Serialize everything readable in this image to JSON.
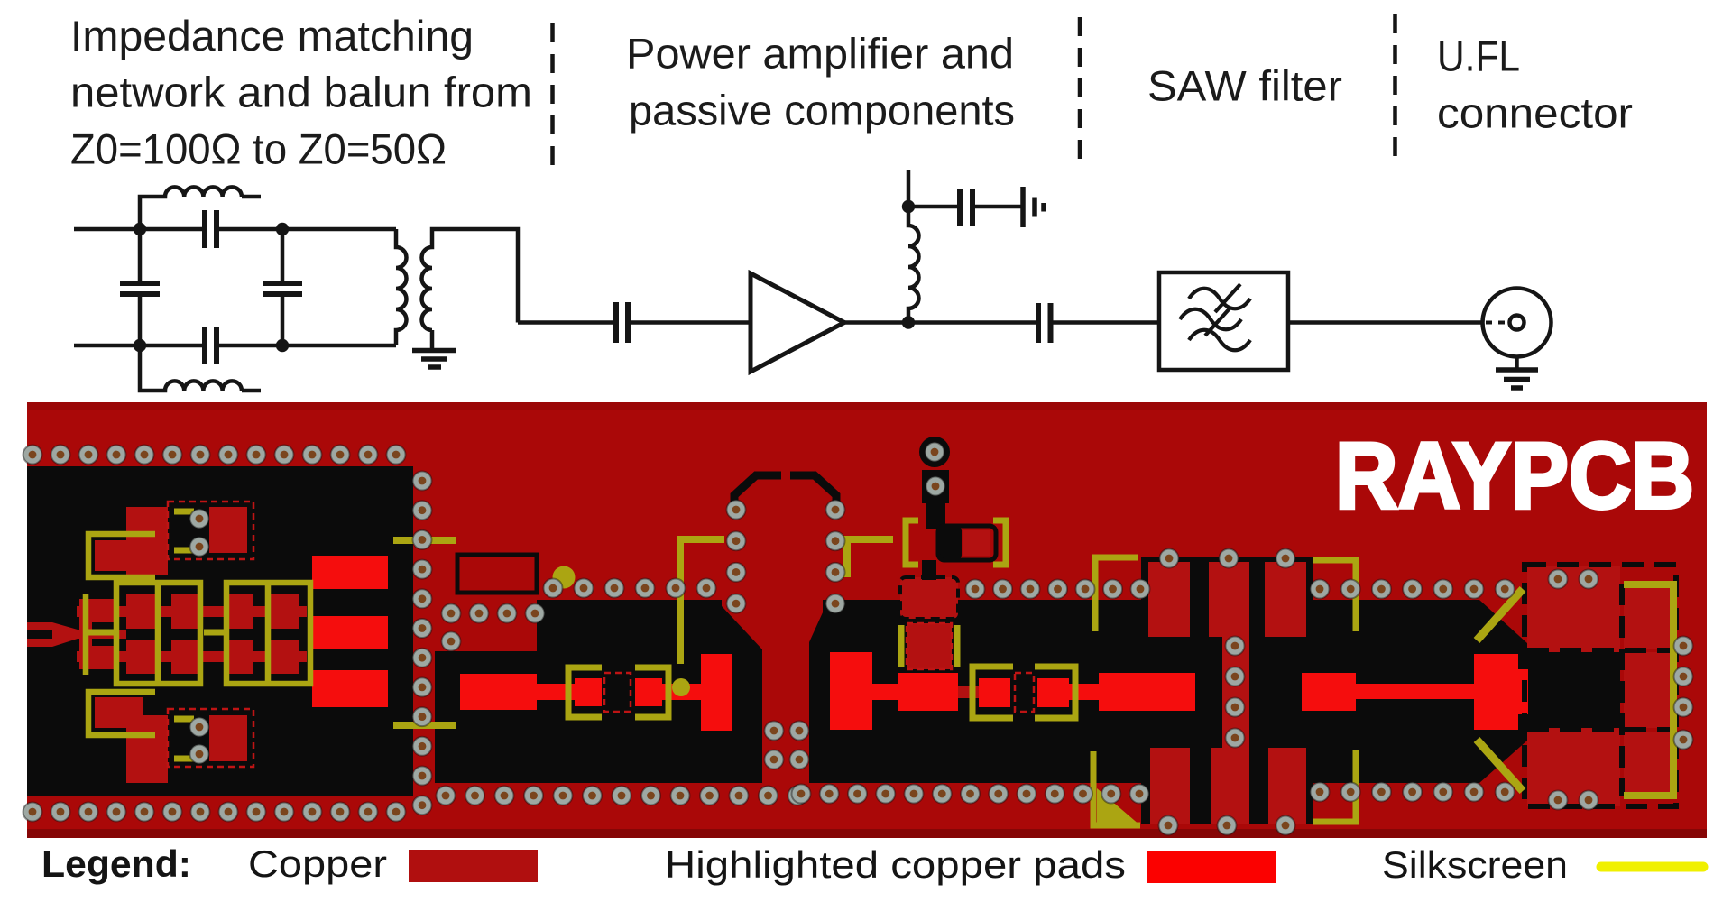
{
  "figure": {
    "sections": [
      {
        "id": "impedance-matching",
        "lines": [
          "Impedance matching",
          "network and balun from",
          "Z0=100Ω to Z0=50Ω"
        ]
      },
      {
        "id": "power-amplifier",
        "lines": [
          "Power amplifier and",
          "passive components"
        ]
      },
      {
        "id": "saw-filter",
        "lines": [
          "SAW filter"
        ]
      },
      {
        "id": "ufl-connector",
        "lines": [
          "U.FL",
          "connector"
        ]
      }
    ],
    "schematic_components": [
      "differential-input-port",
      "parallel-lc-matching-top",
      "parallel-lc-matching-bottom",
      "shunt-capacitor-1",
      "shunt-capacitor-2",
      "balun-transformer",
      "ground",
      "dc-block-capacitor-input",
      "power-amplifier",
      "rf-choke-inductor",
      "supply-decoupling-capacitor",
      "dc-block-capacitor-output",
      "saw-filter-block",
      "ufl-coaxial-connector"
    ],
    "watermark": "RAYPCB",
    "legend": {
      "title": "Legend:",
      "items": [
        {
          "label": "Copper",
          "color": "#AE0D0D",
          "swatch": "rect"
        },
        {
          "label": "Highlighted copper pads",
          "color": "#FB0100",
          "swatch": "rect"
        },
        {
          "label": "Silkscreen",
          "color": "#F0F000",
          "swatch": "line"
        }
      ]
    },
    "colors": {
      "board_red": "#AA0808",
      "copper_dark_red": "#B31111",
      "highlighted_pad_red": "#F50D0D",
      "silkscreen_olive": "#ABA512",
      "legend_silkscreen_yellow": "#F0F000",
      "via_ring_gray": "#9EA8A3",
      "via_hole_brown": "#7A451D",
      "schematic_ink": "#151515",
      "board_black": "#0B0B0B"
    }
  }
}
